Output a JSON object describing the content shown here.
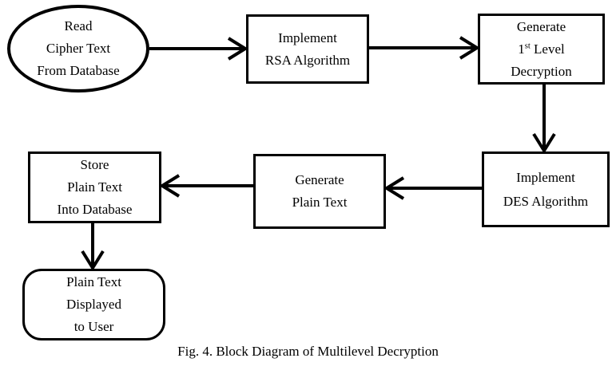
{
  "diagram": {
    "caption": "Fig. 4. Block Diagram of Multilevel Decryption",
    "colors": {
      "stroke": "#000000",
      "background": "#ffffff",
      "text": "#000000"
    },
    "nodes": {
      "read_cipher": {
        "shape": "ellipse",
        "lines": [
          "Read",
          "Cipher Text",
          "From Database"
        ]
      },
      "implement_rsa": {
        "shape": "rectangle",
        "lines": [
          "Implement",
          "RSA Algorithm"
        ]
      },
      "generate_first_level": {
        "shape": "rectangle",
        "line1": "Generate",
        "line2_base": "1",
        "line2_sup": "st",
        "line2_rest": " Level",
        "line3": "Decryption"
      },
      "implement_des": {
        "shape": "rectangle",
        "lines": [
          "Implement",
          "DES Algorithm"
        ]
      },
      "generate_plain": {
        "shape": "rectangle",
        "lines": [
          "Generate",
          "Plain Text"
        ]
      },
      "store_plain": {
        "shape": "rectangle",
        "lines": [
          "Store",
          "Plain Text",
          "Into Database"
        ]
      },
      "plain_displayed": {
        "shape": "rounded-rectangle",
        "lines": [
          "Plain Text",
          "Displayed",
          "to User"
        ]
      }
    },
    "edges": [
      {
        "from": "read_cipher",
        "to": "implement_rsa",
        "direction": "right"
      },
      {
        "from": "implement_rsa",
        "to": "generate_first_level",
        "direction": "right"
      },
      {
        "from": "generate_first_level",
        "to": "implement_des",
        "direction": "down"
      },
      {
        "from": "implement_des",
        "to": "generate_plain",
        "direction": "left"
      },
      {
        "from": "generate_plain",
        "to": "store_plain",
        "direction": "left"
      },
      {
        "from": "store_plain",
        "to": "plain_displayed",
        "direction": "down"
      }
    ]
  }
}
